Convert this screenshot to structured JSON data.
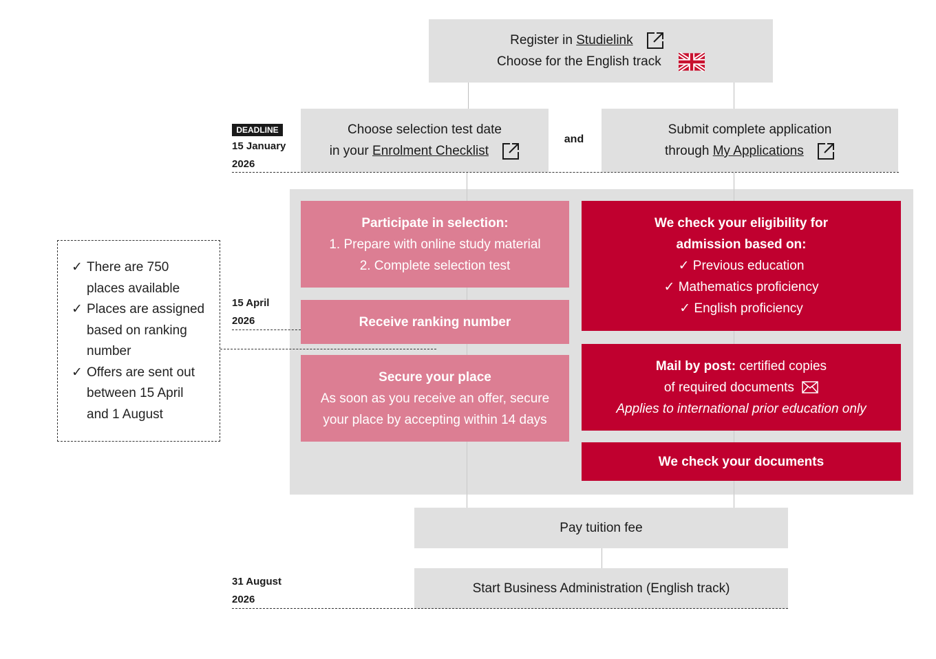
{
  "register": {
    "line1_prefix": "Register in ",
    "line1_link": "Studielink",
    "line2": "Choose for the English track",
    "icon_link": "external-link-icon",
    "icon_flag": "uk-flag-icon"
  },
  "deadline": {
    "badge": "DEADLINE",
    "date_line1": "15 January",
    "date_line2": "2026"
  },
  "choose_test": {
    "line1": "Choose selection test date",
    "line2_prefix": "in your ",
    "line2_link": "Enrolment Checklist"
  },
  "connector": "and",
  "submit": {
    "line1": "Submit complete application",
    "line2_prefix": "through ",
    "line2_link": "My Applications"
  },
  "participate": {
    "title": "Participate in selection:",
    "item1": "1. Prepare with online study material",
    "item2": "2. Complete selection test"
  },
  "ranking": {
    "label": "Receive ranking number"
  },
  "secure": {
    "title": "Secure your place",
    "line1": "As soon as you receive an offer, secure",
    "line2": "your place by accepting within 14 days"
  },
  "eligibility": {
    "title1": "We check your eligibility for",
    "title2": "admission based on:",
    "check_mark": "✓",
    "items": [
      "Previous education",
      "Mathematics proficiency",
      "English proficiency"
    ]
  },
  "mail": {
    "bold": "Mail by post:",
    "rest": " certified copies",
    "line2": "of required documents",
    "line3": "Applies to international prior education only",
    "icon": "envelope-icon"
  },
  "check_docs": {
    "label": "We check your documents"
  },
  "april": {
    "line1": "15 April",
    "line2": "2026"
  },
  "sidebar": {
    "check_mark": "✓",
    "items": [
      [
        "There are 750",
        "places available"
      ],
      [
        "Places are assigned",
        "based on ranking",
        "number"
      ],
      [
        "Offers are sent out",
        "between 15 April",
        "and 1 August"
      ]
    ]
  },
  "pay": {
    "label": "Pay tuition fee"
  },
  "august": {
    "line1": "31 August",
    "line2": "2026"
  },
  "start": {
    "label": "Start Business Administration (English track)"
  },
  "colors": {
    "grey": "#e0e0e0",
    "pink": "#dc7e93",
    "red": "#c0002f"
  }
}
